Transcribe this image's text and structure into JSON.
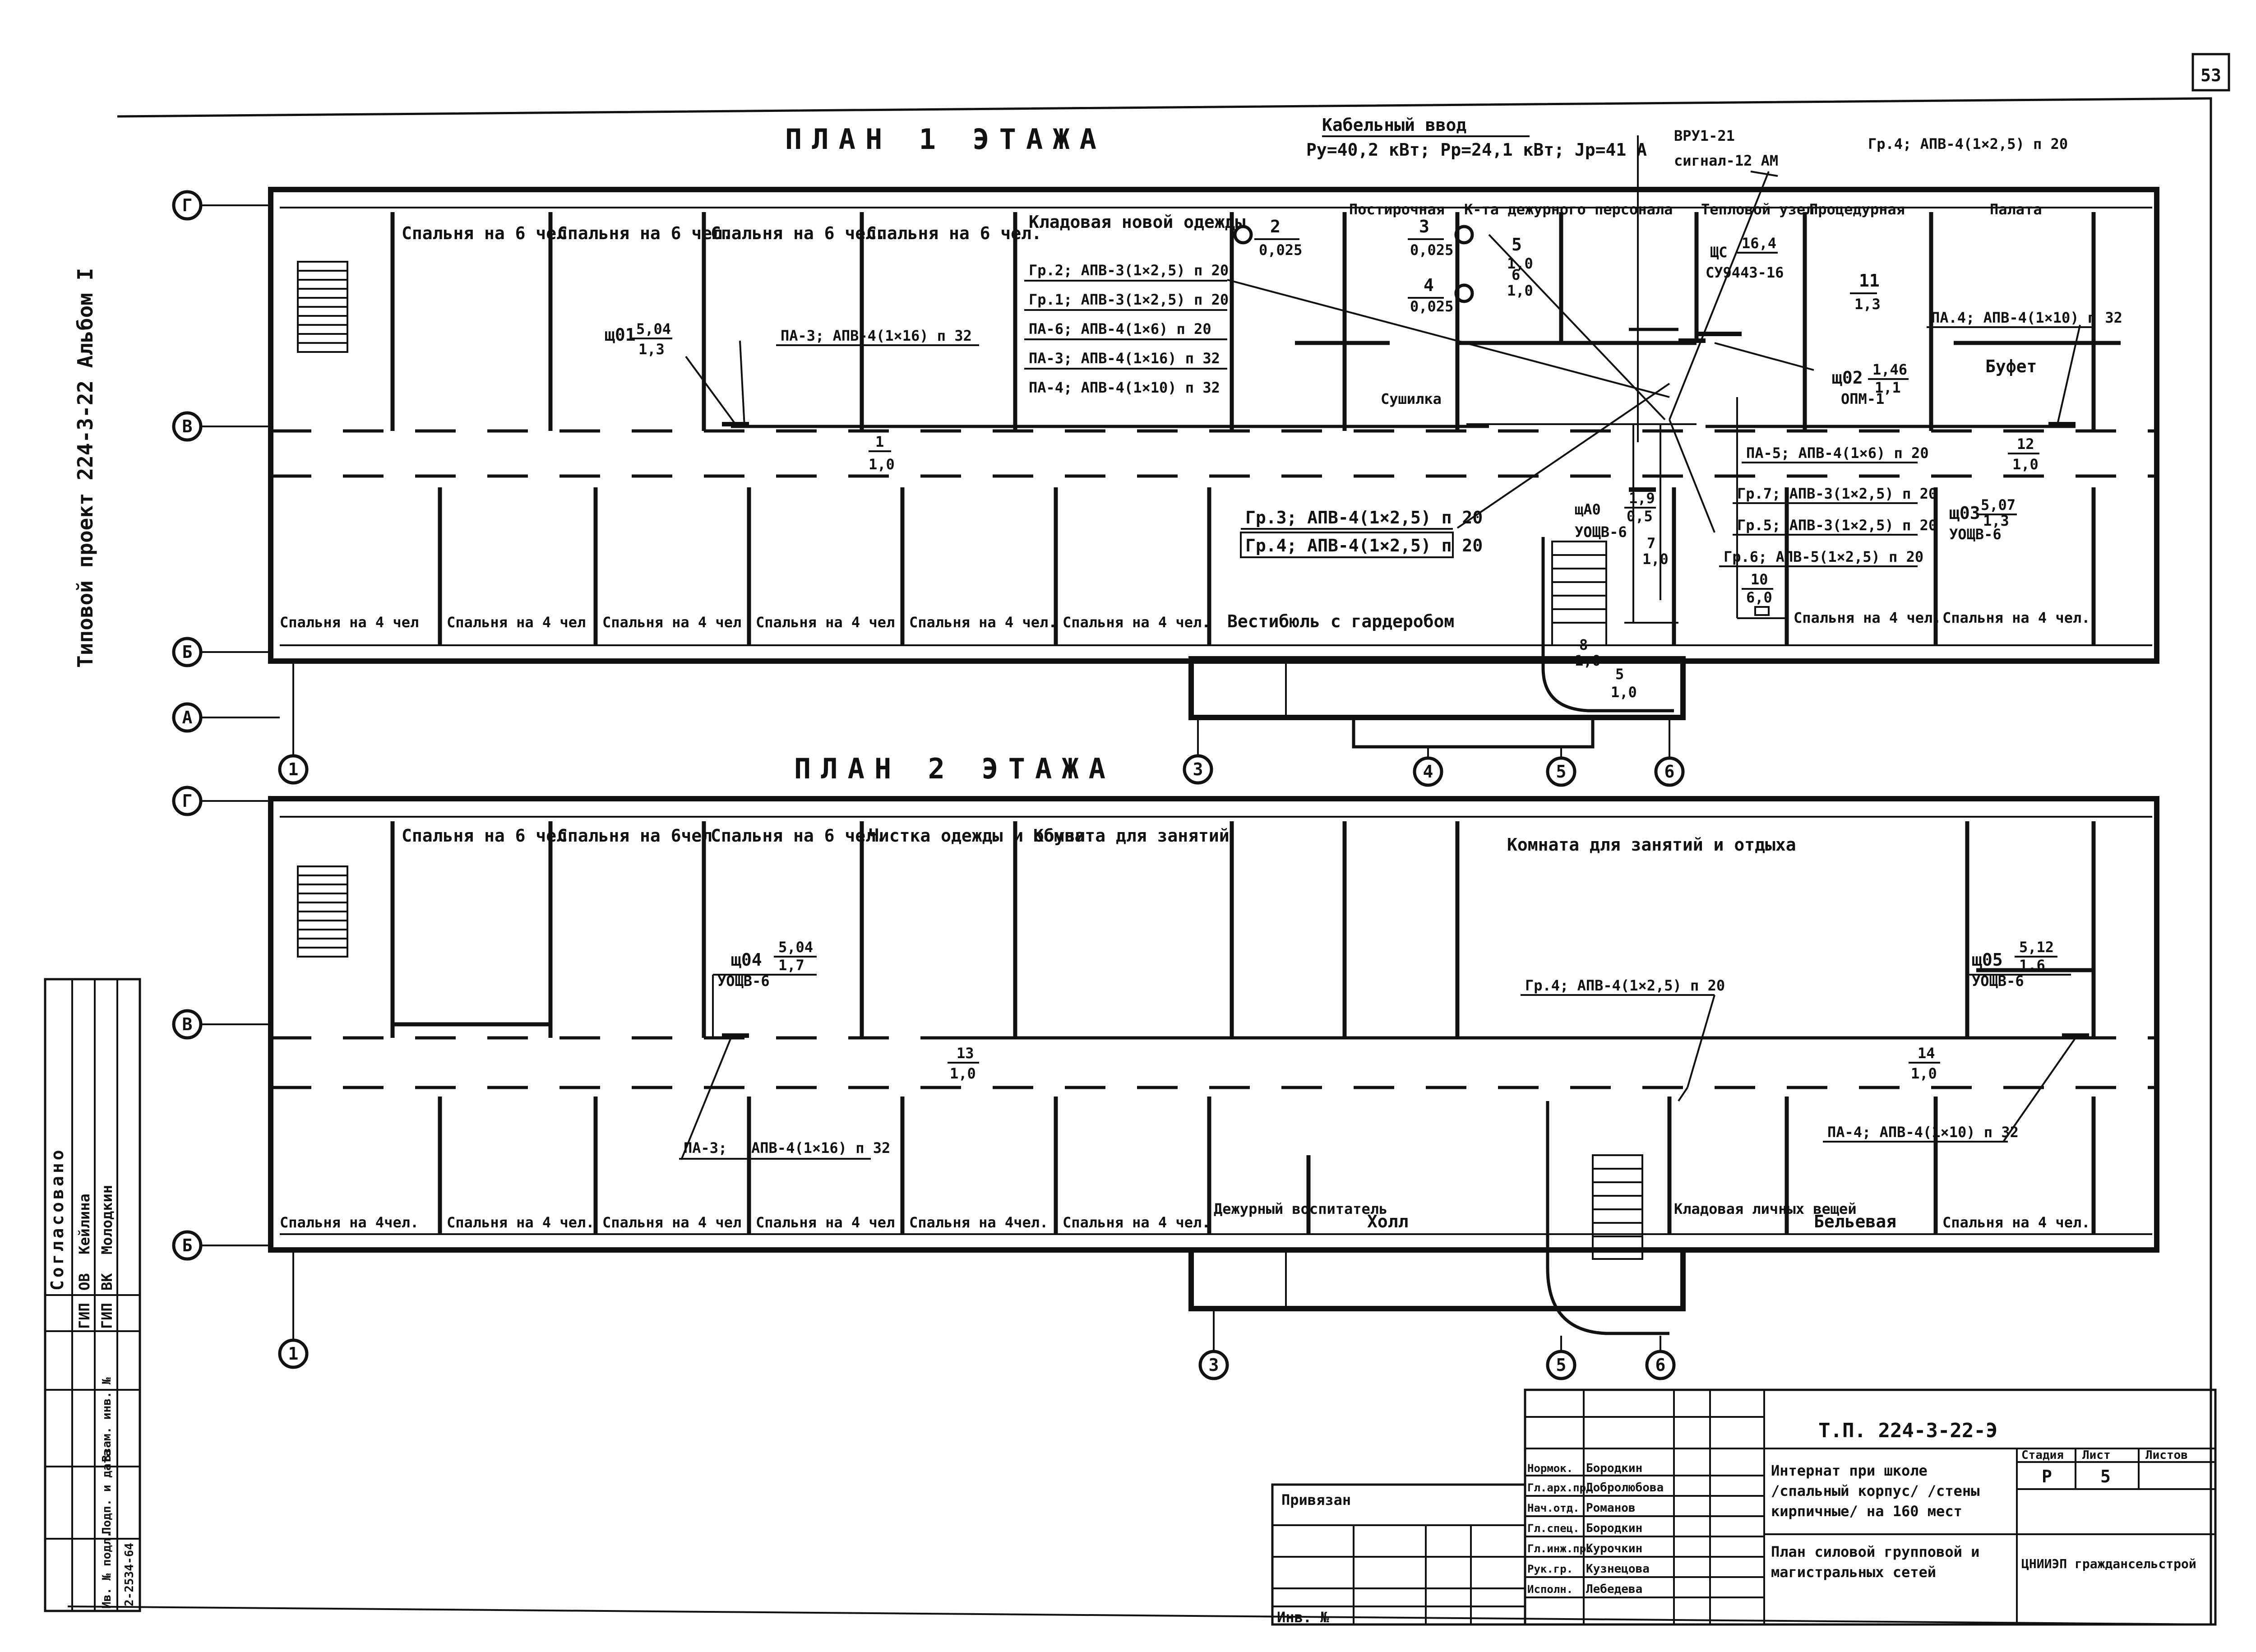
{
  "sheet_number": "53",
  "album_text": "Типовой проект 224-3-22 Альбом I",
  "plan1": {
    "title": "ПЛАН 1 ЭТАЖА",
    "cable_input": {
      "title": "Кабельный ввод",
      "params": "Ру=40,2 кВт; Рр=24,1 кВт; Jр=41 А"
    },
    "vru_label": "ВРУ1-21",
    "signal_label": "сигнал-12 АМ",
    "rooms_top": [
      "Спальня на 6 чел",
      "Спальня на 6 чел.",
      "Спальня на 6 чел.",
      "Спальня на 6 чел.",
      "Кладовая новой одежды",
      "Постирочная",
      "К-та дежурного персонала",
      "Тепловой узел",
      "Процедурная",
      "Палата",
      "Сушилка",
      "Буфет"
    ],
    "rooms_bottom": [
      "Спальня на 4 чел",
      "Спальня на 4 чел",
      "Спальня на 4 чел",
      "Спальня на 4 чел",
      "Спальня на 4 чел.",
      "Спальня на 4 чел.",
      "Вестибюль с гардеробом",
      "Спальня на 4 чел.",
      "Спальня на 4 чел."
    ],
    "group_lines_stack": [
      "Гр.2; АПВ-3(1×2,5) п 20",
      "Гр.1; АПВ-3(1×2,5) п 20",
      "ПА-6; АПВ-4(1×6) п 20",
      "ПА-3; АПВ-4(1×16) п 32",
      "ПА-4; АПВ-4(1×10) п 32"
    ],
    "pa3_line": "ПА-3; АПВ-4(1×16) п 32",
    "pa4_line": "ПА.4; АПВ-4(1×10) п 32",
    "gr3_line": "Гр.3; АПВ-4(1×2,5) п 20",
    "gr4_line": "Гр.4; АПВ-4(1×2,5) п 20",
    "gr4_top": "Гр.4; АПВ-4(1×2,5) п 20",
    "right_lines": [
      "ПА-5; АПВ-4(1×6) п 20",
      "Гр.7; АПВ-3(1×2,5) п 20",
      "Гр.5; АПВ-3(1×2,5) п 20",
      "Гр.6; АПВ-5(1×2,5) п 20"
    ],
    "panels": {
      "shch01": {
        "name": "щ01",
        "num": "5,04",
        "den": "1,3"
      },
      "shch02": {
        "name": "щ02",
        "num": "1,46",
        "den": "1,1",
        "type": "ОПМ-1"
      },
      "shch03": {
        "name": "щ03",
        "num": "5,07",
        "den": "1,3",
        "type": "УОЩВ-6"
      },
      "shcha0": {
        "name": "щА0",
        "num": "1,9",
        "den": "0,5",
        "type": "УОЩВ-6"
      },
      "shc": {
        "name": "ЩС",
        "num": "16,4",
        "type": "СУ9443-16"
      }
    },
    "loads": {
      "l1": {
        "num": "1",
        "den": "1,0"
      },
      "l2": {
        "num": "2",
        "den": "0,025"
      },
      "l3": {
        "num": "3",
        "den": "0,025"
      },
      "l4": {
        "num": "4",
        "den": "0,025"
      },
      "l5": {
        "num": "5",
        "den": "1,0"
      },
      "l6": {
        "num": "6",
        "den": "1,0"
      },
      "l7": {
        "num": "7",
        "den": "1,0"
      },
      "l8": {
        "num": "8",
        "den": "1,0"
      },
      "l5b": {
        "num": "5",
        "den": "1,0"
      },
      "l10": {
        "num": "10",
        "den": "6,0"
      },
      "l11": {
        "num": "11",
        "den": "1,3"
      },
      "l12": {
        "num": "12",
        "den": "1,0"
      }
    }
  },
  "plan2": {
    "title": "ПЛАН 2 ЭТАЖА",
    "rooms_top": [
      "Спальня на 6 чел",
      "Спальня на 6чел",
      "Спальня на 6 чел.",
      "Чистка одежды и обуви",
      "Комната для занятий",
      "Комната для занятий и отдыха"
    ],
    "rooms_bottom": [
      "Спальня на 4чел.",
      "Спальня на 4 чел.",
      "Спальня на 4 чел",
      "Спальня на 4 чел",
      "Спальня на 4чел.",
      "Спальня на 4 чел.",
      "Дежурный воспитатель",
      "Холл",
      "Кладовая личных вещей",
      "Бельевая",
      "Спальня на 4 чел."
    ],
    "gr4_line": "Гр.4; АПВ-4(1×2,5) п 20",
    "pa3_label": "ПА-3;",
    "pa3_cable": "АПВ-4(1×16) п 32",
    "pa4_line": "ПА-4; АПВ-4(1×10) п 32",
    "panels": {
      "shch04": {
        "name": "щ04",
        "num": "5,04",
        "den": "1,7",
        "type": "УОЩВ-6"
      },
      "shch05": {
        "name": "щ05",
        "num": "5,12",
        "den": "1,6",
        "type": "УОЩВ-6"
      }
    },
    "loads": {
      "l13": {
        "num": "13",
        "den": "1,0"
      },
      "l14": {
        "num": "14",
        "den": "1,0"
      }
    }
  },
  "axes": {
    "rows": [
      "Г",
      "В",
      "Б",
      "А"
    ],
    "cols": [
      "1",
      "3",
      "4",
      "5",
      "6"
    ]
  },
  "approval_stamp": {
    "title": "Согласовано",
    "rows": [
      {
        "role": "ГИП",
        "dept": "ОВ",
        "name": "Кейлина"
      },
      {
        "role": "ГИП",
        "dept": "ВК",
        "name": "Молодкин"
      }
    ],
    "col_labels": [
      "Взам. инв. №",
      "Подп. и дата",
      "Ив. № подл."
    ],
    "inv_value": "2-2534-64"
  },
  "title_block": {
    "code": "Т.П. 224-3-22-Э",
    "tied_label": "Привязан",
    "inv_label": "Инв. №",
    "staff": [
      {
        "role": "Нормок.",
        "name": "Бородкин"
      },
      {
        "role": "Гл.арх.пр.",
        "name": "Добролюбова"
      },
      {
        "role": "Нач.отд.",
        "name": "Романов"
      },
      {
        "role": "Гл.спец.",
        "name": "Бородкин"
      },
      {
        "role": "Гл.инж.пр.",
        "name": "Курочкин"
      },
      {
        "role": "Рук.гр.",
        "name": "Кузнецова"
      },
      {
        "role": "Исполн.",
        "name": "Лебедева"
      }
    ],
    "project_name": [
      "Интернат при школе",
      "/спальный корпус/ /стены",
      "кирпичные/ на 160 мест"
    ],
    "sheet_name": [
      "План силовой групповой и",
      "магистральных сетей"
    ],
    "stage_label": "Стадия",
    "sheet_label": "Лист",
    "sheets_label": "Листов",
    "stage": "Р",
    "sheet": "5",
    "org": "ЦНИИЭП граждансельстрой"
  }
}
